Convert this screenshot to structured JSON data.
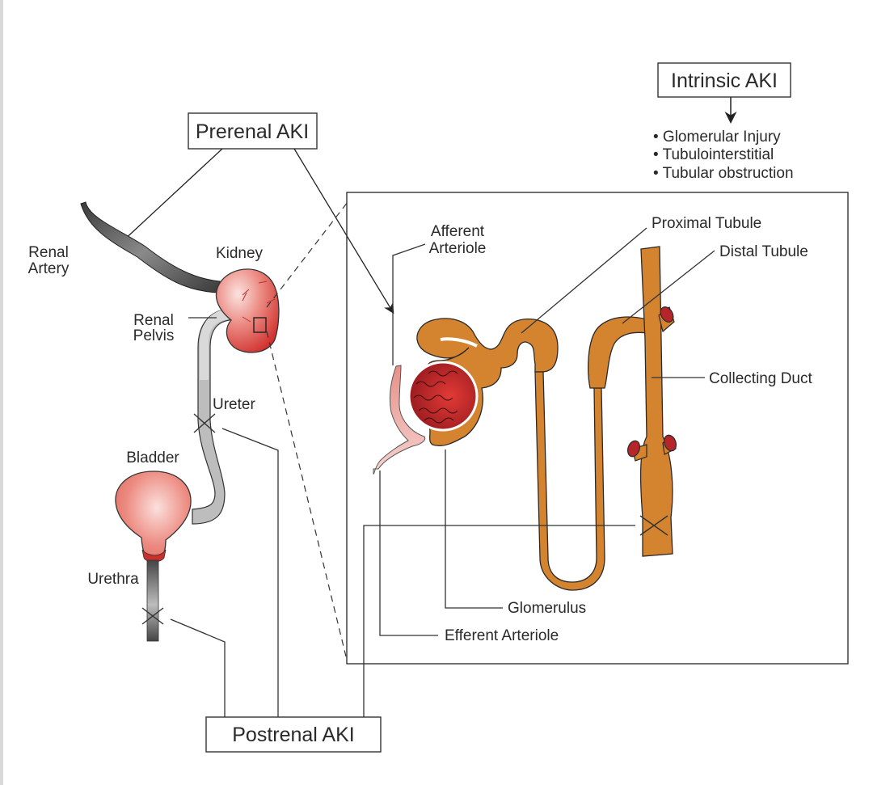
{
  "diagram": {
    "title_boxes": {
      "intrinsic": "Intrinsic AKI",
      "prerenal": "Prerenal AKI",
      "postrenal": "Postrenal AKI"
    },
    "intrinsic_causes": [
      "• Glomerular Injury",
      "• Tubulointerstitial",
      "• Tubular obstruction"
    ],
    "anatomy_labels": {
      "renal_artery_line1": "Renal",
      "renal_artery_line2": "Artery",
      "kidney": "Kidney",
      "renal_pelvis_line1": "Renal",
      "renal_pelvis_line2": "Pelvis",
      "ureter": "Ureter",
      "bladder": "Bladder",
      "urethra": "Urethra"
    },
    "nephron_labels": {
      "afferent_line1": "Afferent",
      "afferent_line2": "Arteriole",
      "proximal_tubule": "Proximal Tubule",
      "distal_tubule": "Distal Tubule",
      "collecting_duct": "Collecting Duct",
      "glomerulus": "Glomerulus",
      "efferent_arteriole": "Efferent Arteriole"
    },
    "colors": {
      "tubule": "#d4832e",
      "kidney": "#e8736a",
      "glomerulus": "#b5262a",
      "vessel": "#555555",
      "ureter": "#cfcfcf"
    }
  }
}
